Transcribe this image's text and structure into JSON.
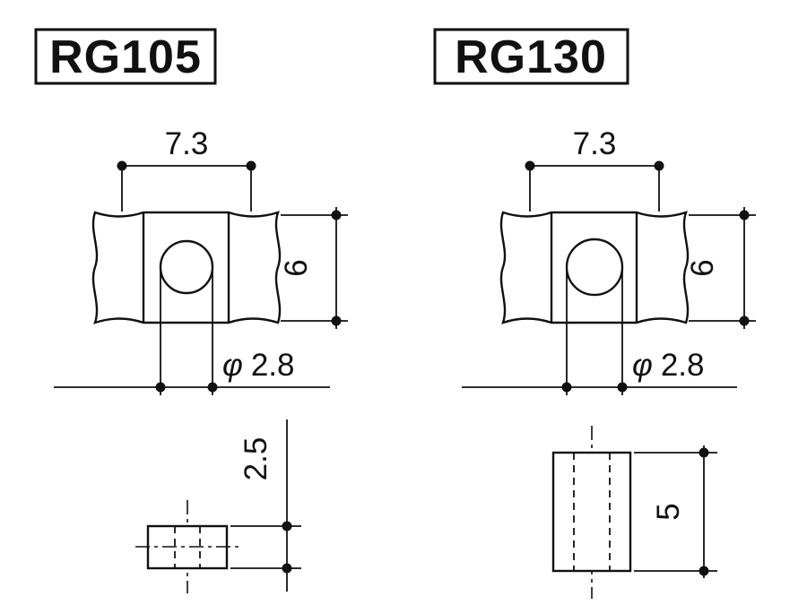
{
  "panels": [
    {
      "model": "RG105",
      "front": {
        "width_label": "7.3",
        "height_label": "6",
        "hole_symbol": "φ",
        "hole_value": "2.8"
      },
      "side": {
        "thickness_label": "2.5"
      }
    },
    {
      "model": "RG130",
      "front": {
        "width_label": "7.3",
        "height_label": "6",
        "hole_symbol": "φ",
        "hole_value": "2.8"
      },
      "side": {
        "thickness_label": "5"
      }
    }
  ]
}
